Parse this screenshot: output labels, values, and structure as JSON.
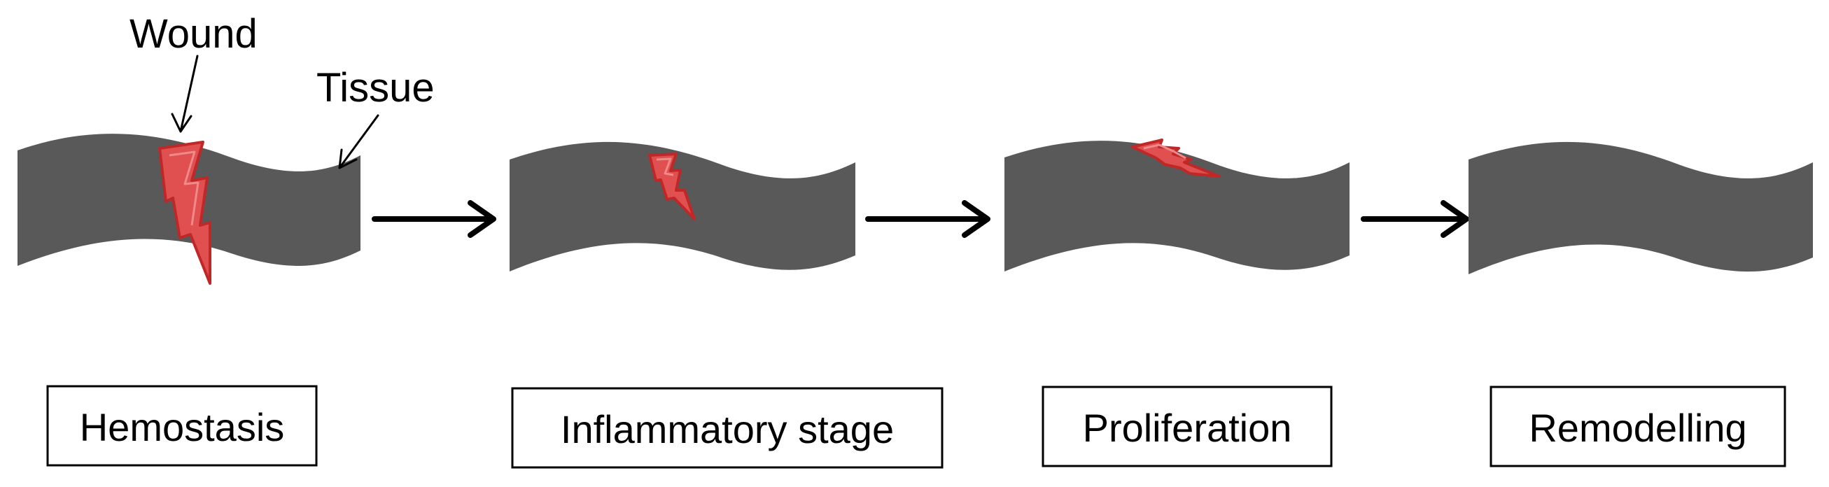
{
  "callouts": {
    "wound": "Wound",
    "tissue": "Tissue"
  },
  "stages": [
    {
      "label": "Hemostasis"
    },
    {
      "label": "Inflammatory stage"
    },
    {
      "label": "Proliferation"
    },
    {
      "label": "Remodelling"
    }
  ],
  "colors": {
    "tissue": "#595959",
    "wound": "#e05050",
    "arrow": "#000000"
  }
}
